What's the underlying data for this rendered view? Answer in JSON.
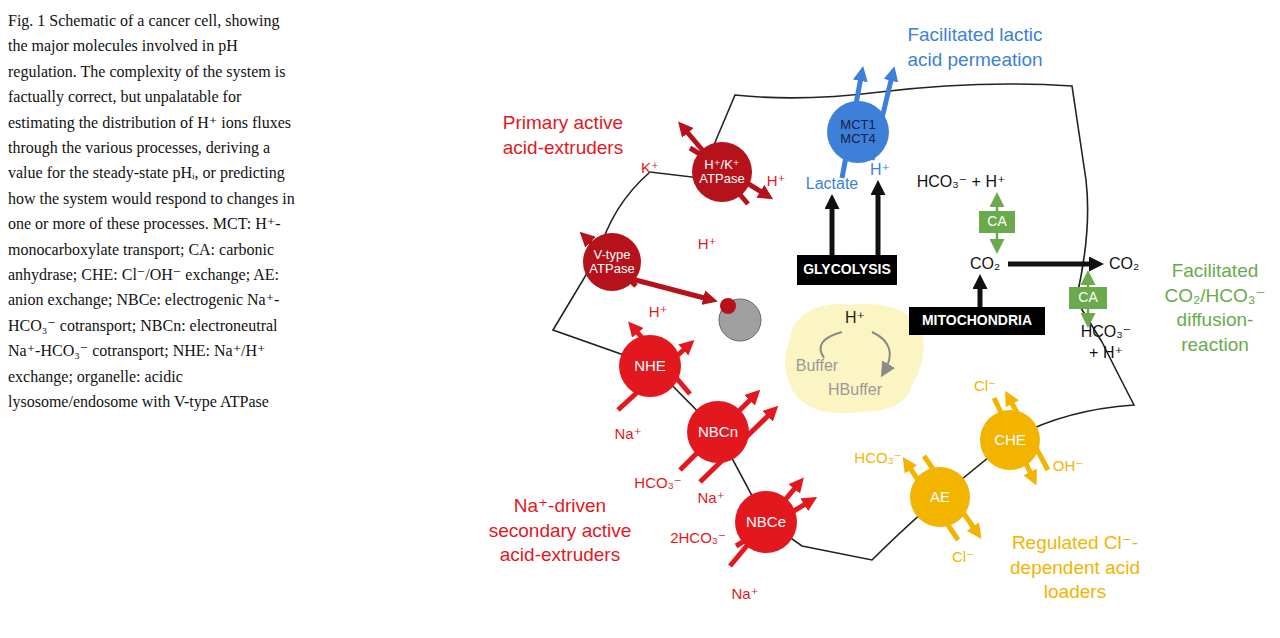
{
  "diagram": {
    "caption": "Fig. 1 Schematic of a cancer cell, showing the major molecules involved in pH regulation. The complexity of the system is factually correct, but unpalatable for estimating the distribution of H⁺ ions fluxes through the various processes, deriving a value for the steady-state pHᵢ, or predicting how the system would respond to changes in one or more of these processes. MCT: H⁺-monocarboxylate transport; CA: carbonic anhydrase; CHE: Cl⁻/OH⁻ exchange; AE: anion exchange; NBCe: electrogenic Na⁺-HCO₃⁻ cotransport; NBCn: electroneutral Na⁺-HCO₃⁻ cotransport; NHE: Na⁺/H⁺ exchange; organelle: acidic lysosome/endosome with V-type ATPase",
    "nodes": [
      {
        "text": [
          "H⁺/K⁺ ATPase"
        ]
      },
      {
        "text": [
          "MCT1 MCT4"
        ]
      },
      {
        "text": [
          "V-type ATPase"
        ]
      },
      {
        "text": [
          "GLYCOLYSIS"
        ]
      },
      {
        "text": [
          "CA"
        ]
      },
      {
        "text": [
          "H⁺",
          "Buffer",
          "HBuffer"
        ]
      },
      {
        "text": [
          "MITOCHONDRIA"
        ]
      },
      {
        "text": [
          "CA"
        ]
      },
      {
        "text": [
          "NHE"
        ]
      },
      {
        "text": [
          "NBCn"
        ]
      },
      {
        "text": [
          "NBCe"
        ]
      },
      {
        "text": [
          "CHE"
        ]
      },
      {
        "text": [
          "AE"
        ]
      }
    ],
    "labels": [
      "Primary active acid-extruders",
      "Facilitated lactic acid permeation",
      "K⁺",
      "H⁺",
      "Lactate",
      "H⁺",
      "HCO₃⁻ + H⁺",
      "H⁺",
      "CO₂",
      "CO₂",
      "Facilitated CO₂/HCO₃⁻ diffusion-reaction",
      "HCO₃⁻ + H⁺",
      "H⁺",
      "Cl⁻",
      "Na⁺",
      "HCO₃⁻",
      "OH⁻",
      "HCO₃⁻",
      "Na⁺",
      "2HCO₃⁻",
      "Cl⁻",
      "Na⁺-driven secondary active acid-extruders",
      "Regulated Cl⁻-dependent acid loaders",
      "Na⁺"
    ]
  }
}
